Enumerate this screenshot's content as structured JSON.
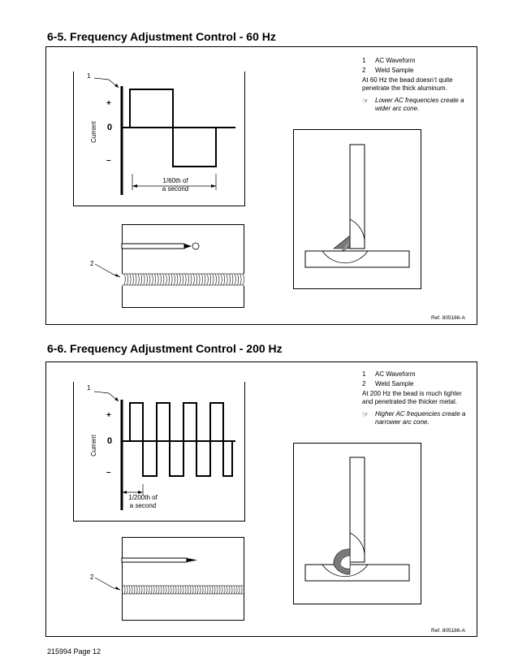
{
  "sections": [
    {
      "title": "6-5.   Frequency Adjustment Control - 60 Hz",
      "legend": [
        {
          "num": "1",
          "text": "AC Waveform"
        },
        {
          "num": "2",
          "text": "Weld Sample"
        }
      ],
      "description": "At 60 Hz the bead doesn’t quite penetrate the thick aluminum.",
      "tip": "Lower AC frequencies create a wider arc cone.",
      "callout_1": "1",
      "callout_2": "2",
      "plus": "+",
      "zero": "0",
      "minus": "–",
      "axis_label": "Current",
      "period_label_line1": "1/60th of",
      "period_label_line2": "a second",
      "ref": "Ref. 805186-A",
      "frequency_hz": 60
    },
    {
      "title": "6-6.   Frequency Adjustment Control - 200 Hz",
      "legend": [
        {
          "num": "1",
          "text": "AC Waveform"
        },
        {
          "num": "2",
          "text": "Weld Sample"
        }
      ],
      "description": "At 200 Hz the bead is much tighter and penetrated the thicker metal.",
      "tip": "Higher AC frequencies create a narrower arc cone.",
      "callout_1": "1",
      "callout_2": "2",
      "plus": "+",
      "zero": "0",
      "minus": "–",
      "axis_label": "Current",
      "period_label_line1": "1/200th of",
      "period_label_line2": "a second",
      "ref": "Ref. 805186-A",
      "frequency_hz": 200
    }
  ],
  "tip_icon": "pointing-hand-icon",
  "footer": "215994 Page 12"
}
